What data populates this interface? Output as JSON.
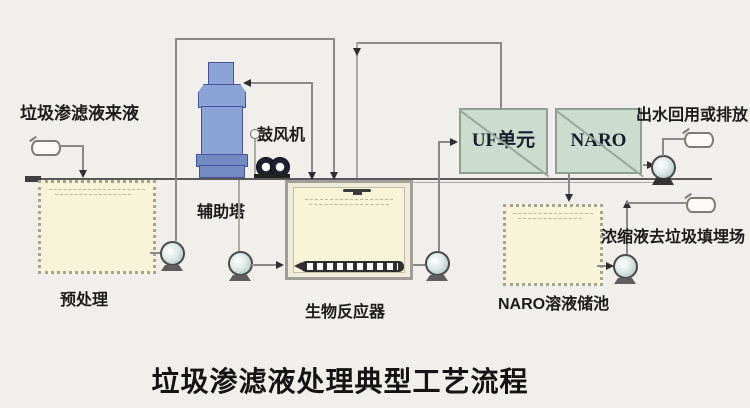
{
  "diagram": {
    "title": "垃圾渗滤液处理典型工艺流程",
    "labels": {
      "influent": "垃圾渗滤液来液",
      "blower": "鼓风机",
      "aux_tower": "辅助塔",
      "pretreatment": "预处理",
      "bioreactor": "生物反应器",
      "uf_unit": "UF单元",
      "naro_unit": "NARO",
      "naro_tank": "NARO溶液储池",
      "effluent": "出水回用或排放",
      "concentrate": "浓缩液去垃圾填埋场"
    },
    "colors": {
      "tank_fill": "#f8f4d8",
      "tank_border": "#a3a396",
      "tower_blue": "#8ba3d6",
      "tower_blue_dark": "#7289c2",
      "membrane_fill": "#ccdcce",
      "membrane_border": "#8f9e92",
      "pipe": "#8a8a8a",
      "arrow": "#2f2f2f",
      "background": "#f1efec"
    }
  }
}
